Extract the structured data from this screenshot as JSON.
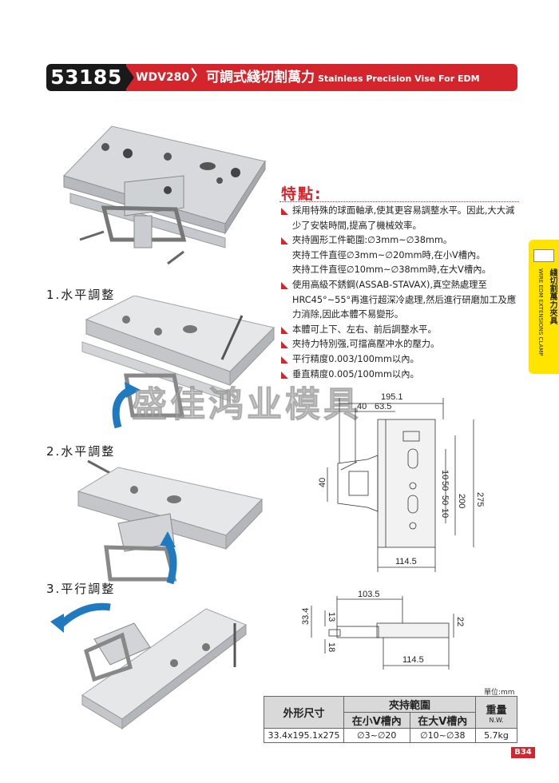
{
  "header": {
    "code": "53185",
    "model": "WDV280",
    "chevron": "〉",
    "title_zh": "可調式綫切割萬力",
    "title_en": "Stainless Precision Vise For EDM"
  },
  "steps": {
    "s1": "1.水平調整",
    "s2": "2.水平調整",
    "s3": "3.平行調整"
  },
  "features": {
    "title": "特點:",
    "items": [
      "採用特殊的球面軸承,使其更容易調整水平。因此,大大減少了安裝時間,提高了機械效率。",
      "夾持圓形工件範圍:∅3mm~∅38mm。",
      "夾持工件直徑∅3mm~∅20mm時,在小V槽內。",
      "夾持工件直徑∅10mm~∅38mm時,在大V槽內。",
      "使用高級不銹鋼(ASSAB-STAVAX),真空熱處理至HRC45°~55°再進行超深冷處理,然后進行研磨加工及應力消除,因此本體不易變形。",
      "本體可上下、左右、前后調整水平。",
      "夾持力特別强,可擋高壓冲水的壓力。",
      "平行精度0.003/100mm以內。",
      "垂直精度0.005/100mm以內。"
    ]
  },
  "side_tab": {
    "zh": "綫切割萬力夾具",
    "en": "WIRE EDM EXTENSIONS CLAMP"
  },
  "watermark": "盛佳鸿业模具",
  "dimensions": {
    "top_view": [
      "195.1",
      "40",
      "63.5",
      "40",
      "10",
      "50",
      "50",
      "10",
      "200",
      "275",
      "114.5"
    ],
    "side_view": [
      "103.5",
      "33.4",
      "13",
      "18",
      "22",
      "114.5"
    ]
  },
  "table": {
    "unit": "單位:mm",
    "h_size": "外形尺寸",
    "h_range": "夾持範圍",
    "h_small": "在小V槽內",
    "h_large": "在大V槽內",
    "h_weight": "重量",
    "h_nw": "N.W.",
    "size": "33.4x195.1x275",
    "small": "∅3~∅20",
    "large": "∅10~∅38",
    "weight": "5.7kg"
  },
  "page": "B34",
  "colors": {
    "accent": "#d4252c",
    "tab": "#ffe400",
    "arrow": "#1f7ac0"
  }
}
